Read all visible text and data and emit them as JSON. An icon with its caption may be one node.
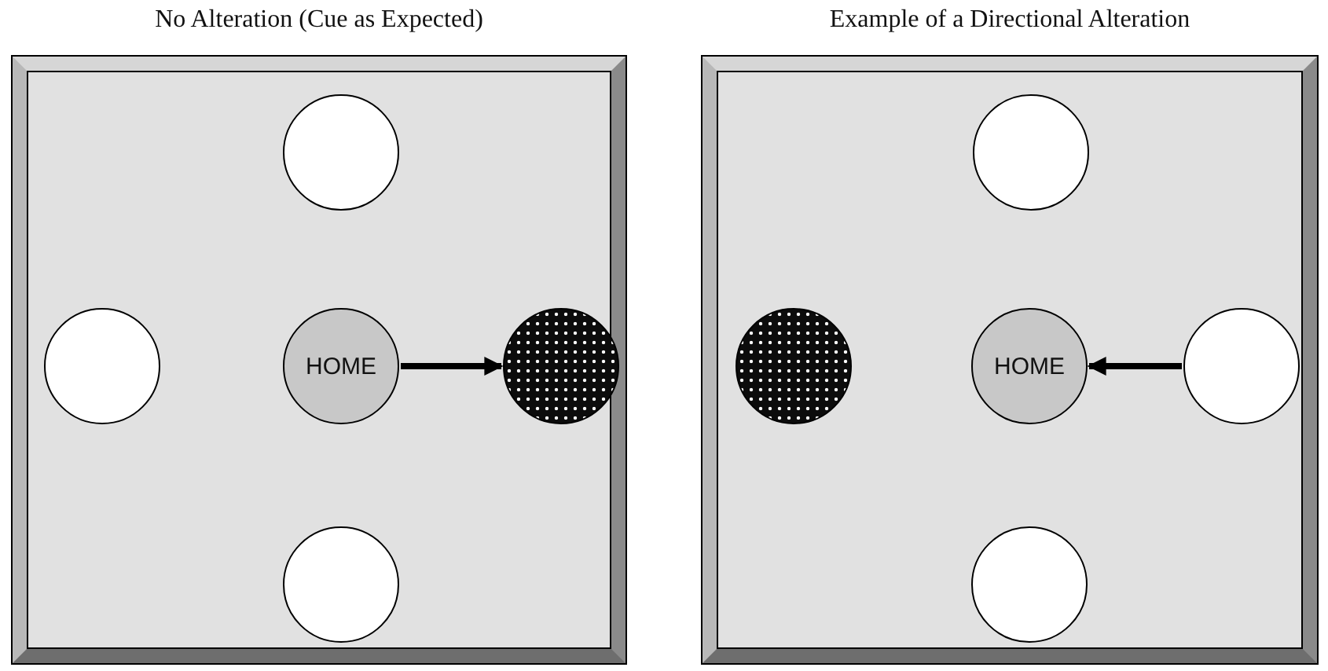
{
  "diagram": {
    "nodes": [
      {
        "text": [
          "No Alteration (Cue as Expected)"
        ]
      },
      {
        "text": [],
        "shape": "circle",
        "in": 0
      },
      {
        "text": [],
        "shape": "circle",
        "in": 0
      },
      {
        "text": [
          "HOME"
        ],
        "in": 0
      },
      {
        "text": [],
        "shape": "circle",
        "in": 0
      },
      {
        "text": [],
        "shape": "circle",
        "in": 0
      },
      {
        "text": [
          "Example of a Directional Alteration"
        ]
      },
      {
        "text": [],
        "shape": "circle",
        "in": 6
      },
      {
        "text": [],
        "shape": "circle",
        "in": 6
      },
      {
        "text": [
          "HOME"
        ],
        "in": 6
      },
      {
        "text": [],
        "shape": "circle",
        "in": 6
      },
      {
        "text": [],
        "shape": "circle",
        "in": 6
      }
    ],
    "edges": [
      {
        "from": 3,
        "to": 4,
        "arrow": "to"
      },
      {
        "from": 10,
        "to": 9,
        "arrow": "to"
      }
    ]
  }
}
